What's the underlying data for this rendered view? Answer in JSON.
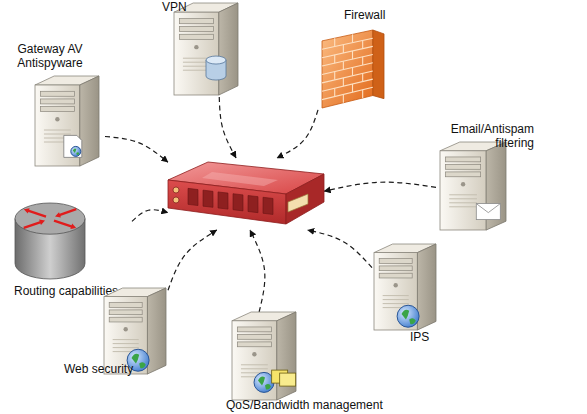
{
  "diagram": {
    "nodes": [
      {
        "text": [
          "VPN"
        ]
      },
      {
        "text": [
          "Firewall"
        ]
      },
      {
        "text": [
          "Gateway AV Antispyware"
        ]
      },
      {
        "text": [
          "Email/Antispam filtering"
        ]
      },
      {
        "text": []
      },
      {
        "text": [
          "Routing capabilities"
        ]
      },
      {
        "text": [
          "IPS"
        ]
      },
      {
        "text": [
          "Web security"
        ]
      },
      {
        "text": [
          "QoS/Bandwidth management"
        ]
      }
    ],
    "edges": [
      {
        "from": 0,
        "to": 4,
        "arrow": "to"
      },
      {
        "from": 1,
        "to": 4,
        "arrow": "to"
      },
      {
        "from": 2,
        "to": 4,
        "arrow": "to"
      },
      {
        "from": 3,
        "to": 4,
        "arrow": "to"
      },
      {
        "from": 5,
        "to": 4,
        "arrow": "to"
      },
      {
        "from": 6,
        "to": 4,
        "arrow": "to"
      },
      {
        "from": 7,
        "to": 4,
        "arrow": "to"
      },
      {
        "from": 8,
        "to": 4,
        "arrow": "to"
      }
    ]
  }
}
